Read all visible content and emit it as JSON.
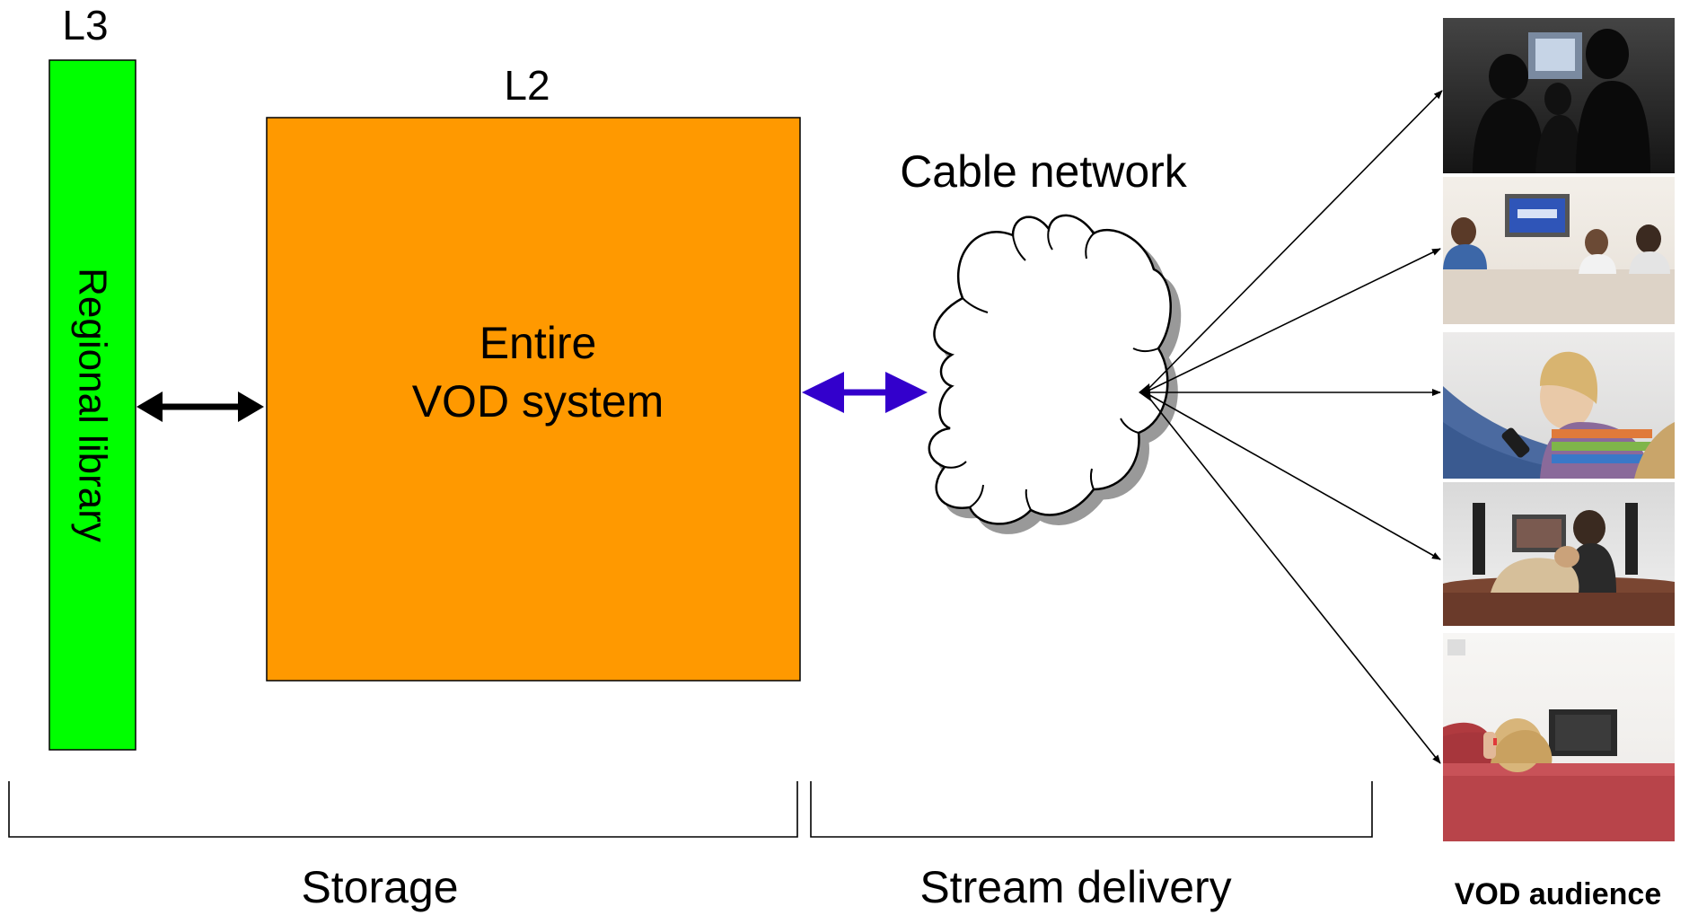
{
  "labels": {
    "l3": "L3",
    "l2": "L2",
    "regional_library": "Regional library",
    "vod_line1": "Entire",
    "vod_line2": "VOD system",
    "cable_network": "Cable network",
    "storage": "Storage",
    "stream_delivery": "Stream delivery",
    "vod_audience": "VOD audience"
  },
  "colors": {
    "regional_library_fill": "#00ff00",
    "vod_system_fill": "#ff9900",
    "storage_link_arrow": "#000000",
    "network_link_arrow": "#3300cc",
    "cloud_shadow": "#999999"
  },
  "audience_photos": [
    {
      "icon": "family-watching-tv-silhouette-photo"
    },
    {
      "icon": "people-watching-tv-on-couch-photo"
    },
    {
      "icon": "girl-with-remote-photo"
    },
    {
      "icon": "couple-watching-tv-photo"
    },
    {
      "icon": "woman-relaxing-on-sofa-photo"
    }
  ]
}
